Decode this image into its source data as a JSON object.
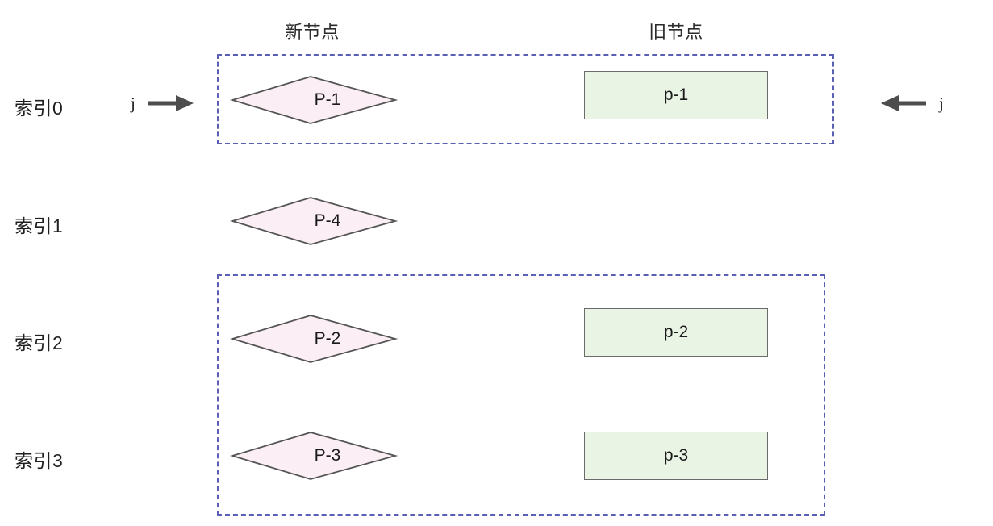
{
  "diagram": {
    "title_new_nodes": "新节点",
    "title_old_nodes": "旧节点",
    "colors": {
      "diamond_fill": "#fbeef5",
      "diamond_stroke": "#555555",
      "rect_fill": "#e9f4e4",
      "rect_stroke": "#6b6b6b",
      "dashed_border": "#5a5fb5",
      "arrow": "#4d4d4d",
      "text": "#1a1a1a",
      "background": "#ffffff"
    },
    "row_labels": [
      {
        "label": "索引0"
      },
      {
        "label": "索引1"
      },
      {
        "label": "索引2"
      },
      {
        "label": "索引3"
      }
    ],
    "new_nodes": [
      {
        "label": "P-1",
        "row": "索引0"
      },
      {
        "label": "P-4",
        "row": "索引1"
      },
      {
        "label": "P-2",
        "row": "索引2"
      },
      {
        "label": "P-3",
        "row": "索引3"
      }
    ],
    "old_nodes": [
      {
        "label": "p-1",
        "row": "索引0"
      },
      {
        "label": "p-2",
        "row": "索引2"
      },
      {
        "label": "p-3",
        "row": "索引3"
      }
    ],
    "pointers": {
      "left": {
        "label": "j",
        "direction": "right"
      },
      "right": {
        "label": "j",
        "direction": "left"
      }
    },
    "groups": [
      {
        "name": "top-matched-group",
        "rows": [
          "索引0"
        ]
      },
      {
        "name": "bottom-matched-group",
        "rows": [
          "索引2",
          "索引3"
        ]
      }
    ]
  }
}
